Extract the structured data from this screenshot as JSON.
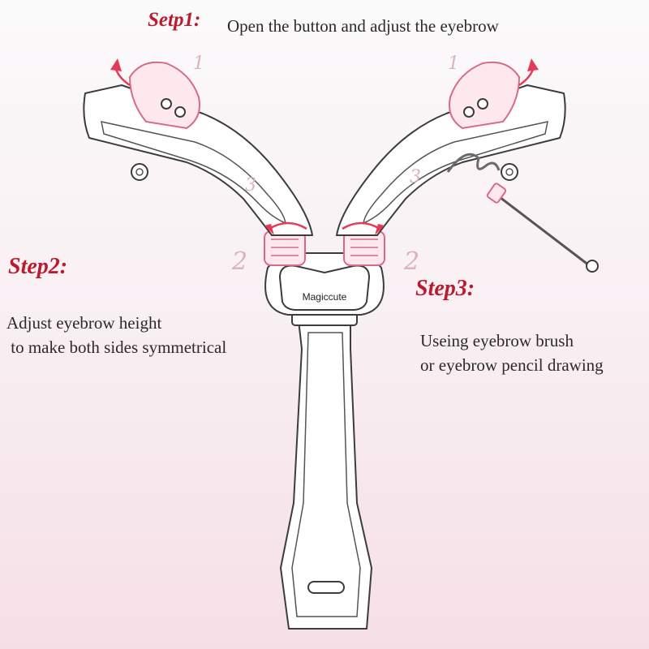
{
  "steps": [
    {
      "title": "Setp1:",
      "lines": [
        "Open the button and adjust the eyebrow"
      ]
    },
    {
      "title": "Step2:",
      "lines": [
        "Adjust eyebrow height",
        " to make both sides symmetrical"
      ]
    },
    {
      "title": "Step3:",
      "lines": [
        "Useing eyebrow brush",
        "or eyebrow pencil drawing"
      ]
    }
  ],
  "device": {
    "brand": "Magiccute",
    "part_numbers": {
      "top_left": "1",
      "top_right": "1",
      "middle_left": "2",
      "middle_right": "2",
      "arm_left": "3",
      "arm_right": "3"
    }
  },
  "colors": {
    "step_title": "#b81c2e",
    "arrow": "#e33a55",
    "highlight": "#d86a86",
    "number": "#d8b3bc",
    "text": "#2a2a2a"
  }
}
